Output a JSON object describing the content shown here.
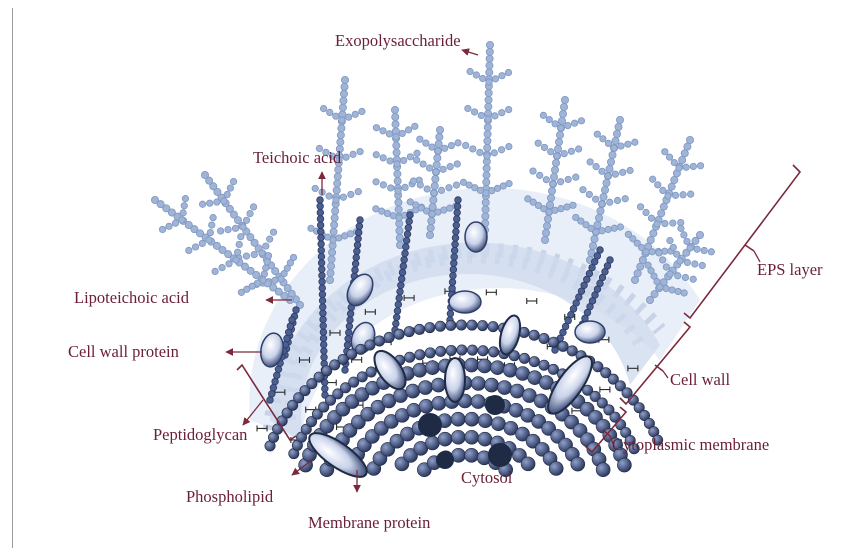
{
  "labels": {
    "exopolysaccharide": "Exopolysaccharide",
    "teichoic_acid": "Teichoic acid",
    "lipoteichoic_acid": "Lipoteichoic acid",
    "cell_wall_protein": "Cell wall protein",
    "peptidoglycan": "Peptidoglycan",
    "phospholipid": "Phospholipid",
    "membrane_protein": "Membrane protein",
    "cytosol": "Cytosol",
    "eps_layer": "EPS layer",
    "cell_wall": "Cell wall",
    "cytoplasmic_membrane": "Cytoplasmic membrane"
  },
  "colors": {
    "label_text": "#6b1f36",
    "arrow": "#7a2a3c",
    "eps_chain": "#9fb4d6",
    "eps_chain_edge": "#7f97c0",
    "cell_wall_fill": "#c8d6ea",
    "protein": "#5a6d99",
    "teichoic_bead": "#3f5687",
    "membrane_bead": "#3c4a78",
    "cytosol_bead": "#33406b",
    "cytosol_dark": "#1f2a45"
  }
}
